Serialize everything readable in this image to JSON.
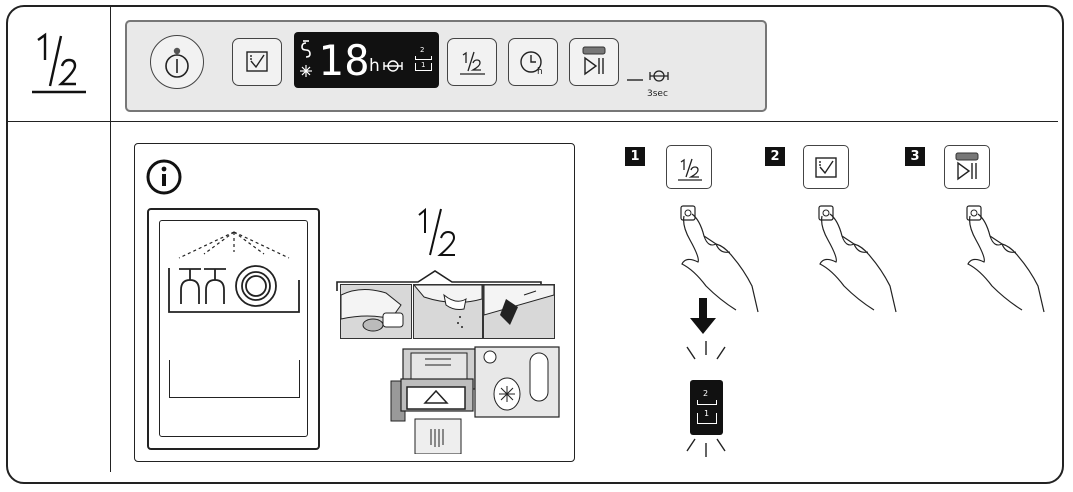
{
  "header": {
    "symbol": "½"
  },
  "control_panel": {
    "display": {
      "digits": "18",
      "unit": "h"
    },
    "rack_labels": {
      "upper": "2",
      "lower": "1"
    },
    "hold_label": "3sec",
    "buttons": [
      "power-icon",
      "program-icon",
      "half-load-icon",
      "delay-start-icon",
      "start-pause-icon"
    ]
  },
  "info": {
    "half_label": "½"
  },
  "steps": [
    {
      "number": "1",
      "button_icon": "half-load-icon"
    },
    {
      "number": "2",
      "button_icon": "program-icon"
    },
    {
      "number": "3",
      "button_icon": "start-pause-icon"
    }
  ],
  "result_indicator": {
    "upper": "2",
    "lower": "1"
  }
}
